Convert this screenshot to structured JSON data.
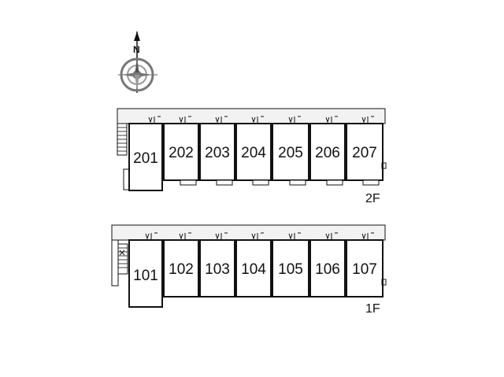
{
  "compass": {
    "north_label": "N",
    "icon": "compass-rose-icon"
  },
  "floors": [
    {
      "label": "2F",
      "units": [
        "201",
        "202",
        "203",
        "204",
        "205",
        "206",
        "207"
      ]
    },
    {
      "label": "1F",
      "units": [
        "101",
        "102",
        "103",
        "104",
        "105",
        "106",
        "107"
      ]
    }
  ],
  "colors": {
    "line": "#111111",
    "corridor": "#f2f2f2",
    "accent_gray": "#888888"
  }
}
